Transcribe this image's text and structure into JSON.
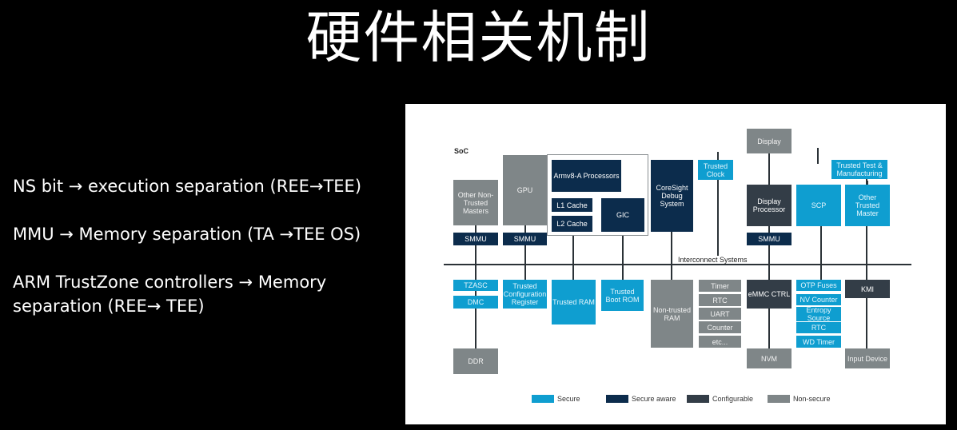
{
  "title": "硬件相关机制",
  "bullets": [
    "NS bit → execution separation (REE→TEE)",
    "MMU → Memory separation (TA →TEE OS)",
    "ARM TrustZone controllers → Memory separation (REE→ TEE)"
  ],
  "diagram": {
    "soc_label": "SoC",
    "interconnect_label": "Interconnect Systems",
    "blocks": {
      "display": "Display",
      "trusted_clock": "Trusted Clock",
      "trusted_test": "Trusted Test & Manufacturing",
      "gpu": "GPU",
      "other_nontrusted_masters": "Other Non-Trusted Masters",
      "armv8": "Armv8-A Processors",
      "l1_cache": "L1 Cache",
      "l2_cache": "L2 Cache",
      "gic": "GIC",
      "coresight": "CoreSight Debug System",
      "display_processor": "Display Processor",
      "scp": "SCP",
      "other_trusted_master": "Other Trusted Master",
      "smmu": "SMMU",
      "tzasc": "TZASC",
      "dmc": "DMC",
      "trusted_config_register": "Trusted Configuration Register",
      "trusted_ram": "Trusted RAM",
      "trusted_boot_rom": "Trusted Boot ROM",
      "nontrusted_ram": "Non-trusted RAM",
      "timer": "Timer",
      "rtc": "RTC",
      "uart": "UART",
      "counter": "Counter",
      "etc": "etc...",
      "emmc_ctrl": "eMMC CTRL",
      "otp_fuses": "OTP Fuses",
      "nv_counter": "NV Counter",
      "entropy_source": "Entropy Source",
      "wd_timer": "WD Timer",
      "kmi": "KMI",
      "ddr": "DDR",
      "nvm": "NVM",
      "input_device": "Input Device"
    },
    "legend": [
      {
        "label": "Secure",
        "color": "#0f9ed0"
      },
      {
        "label": "Secure aware",
        "color": "#0c2c4c"
      },
      {
        "label": "Configurable",
        "color": "#333d47"
      },
      {
        "label": "Non-secure",
        "color": "#7f8688"
      }
    ]
  }
}
